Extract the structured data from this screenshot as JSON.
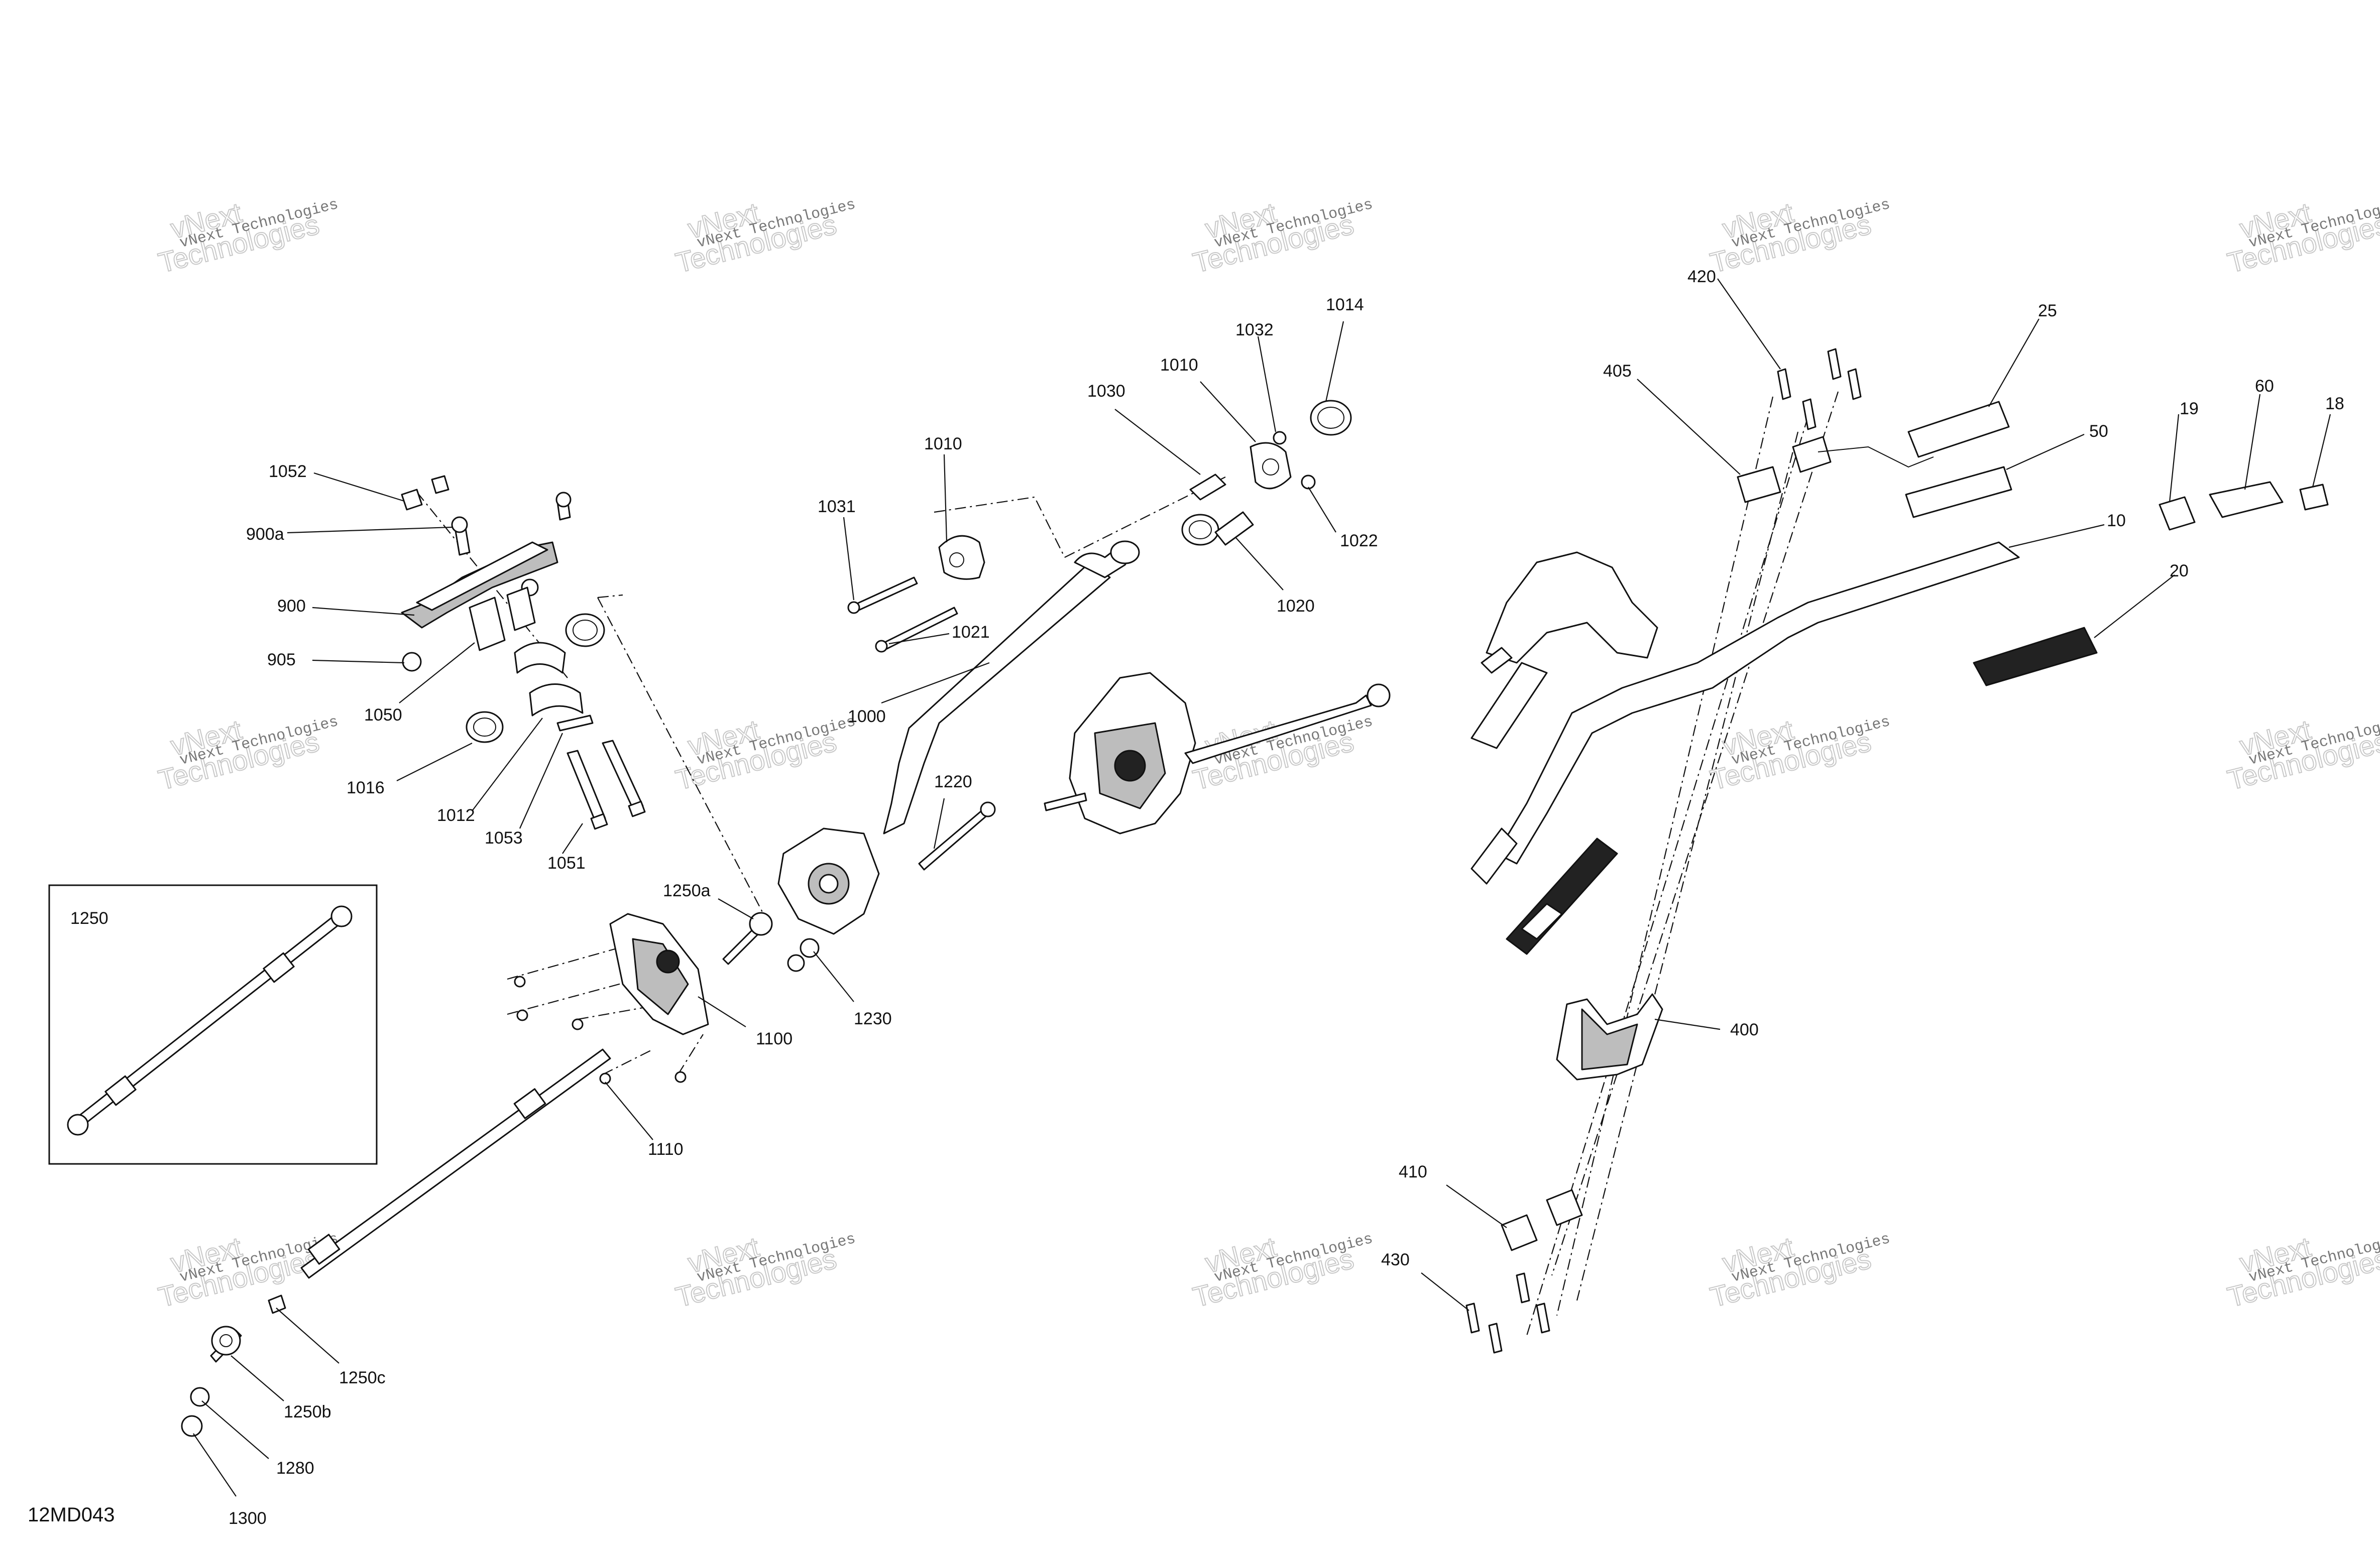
{
  "diagram_code": "12MD043",
  "inset_label": "1250",
  "watermark_text": "vNext Technologies",
  "watermark_overlay_lines": [
    "vNext",
    "Technologies"
  ],
  "labels": {
    "p1052": "1052",
    "p900a": "900a",
    "p900": "900",
    "p905": "905",
    "p1050": "1050",
    "p1016": "1016",
    "p1012": "1012",
    "p1053": "1053",
    "p1051": "1051",
    "p1031": "1031",
    "p1010a": "1010",
    "p1021": "1021",
    "p1000": "1000",
    "p1030": "1030",
    "p1010b": "1010",
    "p1032": "1032",
    "p1014": "1014",
    "p1022": "1022",
    "p1020": "1020",
    "p1220": "1220",
    "p1250a": "1250a",
    "p1230": "1230",
    "p1100": "1100",
    "p1110": "1110",
    "p1250c": "1250c",
    "p1250b": "1250b",
    "p1280": "1280",
    "p1300": "1300",
    "p420": "420",
    "p405": "405",
    "p25": "25",
    "p50": "50",
    "p19": "19",
    "p60": "60",
    "p18": "18",
    "p10": "10",
    "p20": "20",
    "p400": "400",
    "p410": "410",
    "p430": "430"
  }
}
